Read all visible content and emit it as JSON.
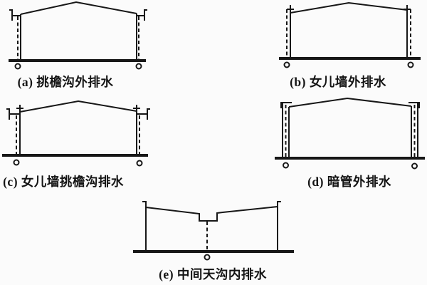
{
  "page": {
    "background": "#fbfbfb",
    "ink": "#171717"
  },
  "figure": {
    "description_names": {
      "a": "eave-gutter-external-drainage",
      "b": "parapet-wall-external-drainage",
      "c": "parapet-wall-eave-gutter-drainage",
      "d": "concealed-pipe-external-drainage",
      "e": "middle-gutter-internal-drainage"
    },
    "captions": [
      {
        "id": "a",
        "text": "(a) 挑檐沟外排水"
      },
      {
        "id": "b",
        "text": "(b) 女儿墙外排水"
      },
      {
        "id": "c",
        "text": "(c) 女儿墙挑檐沟排水"
      },
      {
        "id": "d",
        "text": "(d) 暗管外排水"
      },
      {
        "id": "e",
        "text": "(e) 中间天沟内排水"
      }
    ]
  }
}
